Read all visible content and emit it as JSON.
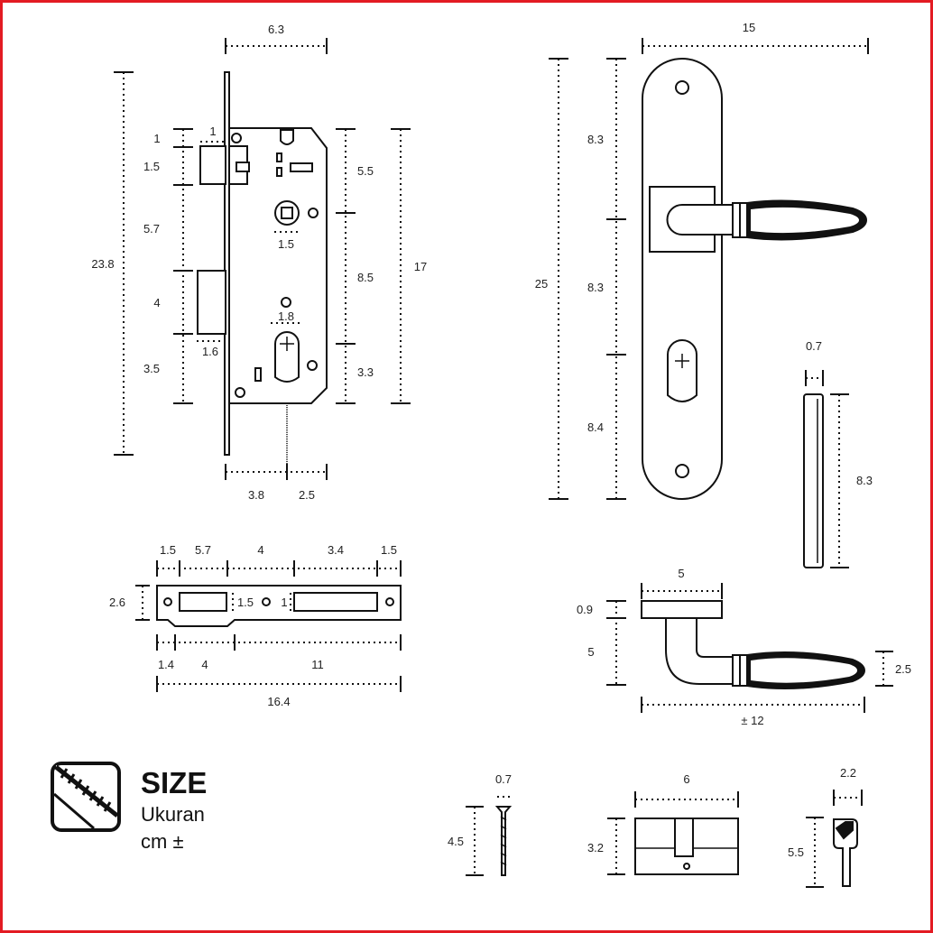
{
  "legend": {
    "title": "SIZE",
    "subtitle": "Ukuran",
    "unit": "cm ±",
    "icon": "ruler-icon"
  },
  "mortise": {
    "width_top": "6.3",
    "faceplate_w": "1",
    "d1": "1",
    "d2": "1.5",
    "d3": "5.7",
    "d4": "4",
    "d5": "3.5",
    "overall_h": "23.8",
    "r1": "5.5",
    "r2": "8.5",
    "r3": "3.3",
    "body_h": "17",
    "square": "1.5",
    "cyl": "1.8",
    "latch": "1.6",
    "bottom_left": "3.8",
    "bottom_right": "2.5"
  },
  "strike": {
    "t1": "1.5",
    "t2": "5.7",
    "t3": "4",
    "t4": "3.4",
    "t5": "1.5",
    "height": "2.6",
    "slot1": "1.5",
    "slot2": "1",
    "b1": "1.4",
    "b2": "4",
    "b3": "11",
    "total": "16.4"
  },
  "handle_plate": {
    "width": "15",
    "h1": "8.3",
    "h2": "8.3",
    "h3": "8.4",
    "total": "25"
  },
  "spindle": {
    "width": "0.7",
    "length": "8.3"
  },
  "lever_side": {
    "rose_w": "5",
    "rose_h": "0.9",
    "neck_h": "5",
    "grip_d": "2.5",
    "length": "± 12"
  },
  "screw": {
    "dia": "0.7",
    "length": "4.5"
  },
  "cylinder": {
    "length": "6",
    "height": "3.2"
  },
  "key": {
    "width": "2.2",
    "length": "5.5"
  }
}
